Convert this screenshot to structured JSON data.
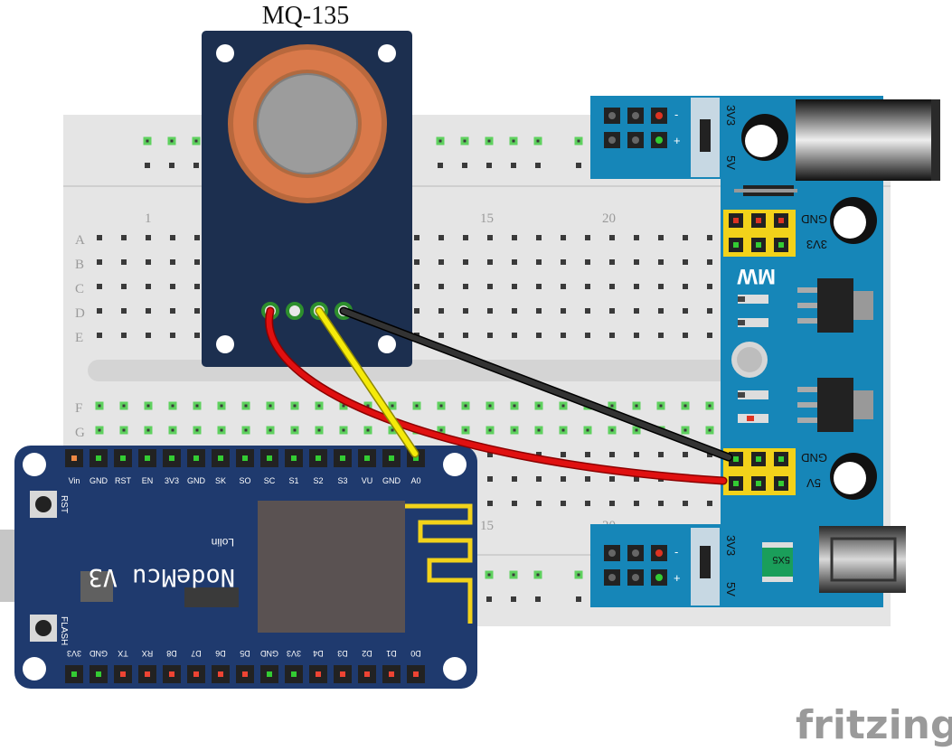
{
  "sensor": {
    "title": "MQ-135"
  },
  "breadboard": {
    "rows_top": [
      "A",
      "B",
      "C",
      "D",
      "E"
    ],
    "rows_bottom": [
      "F",
      "G"
    ],
    "column_numbers": [
      "1",
      "15",
      "20"
    ],
    "bottom_column_numbers": [
      "15",
      "20"
    ]
  },
  "nodemcu": {
    "name": "NodeMcu V3",
    "brand": "Lolin",
    "rst_label": "RST",
    "flash_label": "FLASH",
    "top_pins": [
      "Vin",
      "GND",
      "RST",
      "EN",
      "3V3",
      "GND",
      "SK",
      "SO",
      "SC",
      "S1",
      "S2",
      "S3",
      "VU",
      "GND",
      "A0"
    ],
    "bottom_pins": [
      "3V3",
      "GND",
      "TX",
      "RX",
      "D8",
      "D7",
      "D6",
      "D5",
      "GND",
      "3V3",
      "D4",
      "D3",
      "D2",
      "D1",
      "D0"
    ]
  },
  "power_module": {
    "top_labels": {
      "v33": "3V3",
      "v5": "5V",
      "minus": "-",
      "plus": "+"
    },
    "header_labels": {
      "gnd": "GND",
      "v33": "3V3"
    },
    "bottom_header_labels": {
      "gnd": "GND",
      "v5": "5V"
    },
    "bottom_labels": {
      "v33": "3V3",
      "v5": "5V",
      "minus": "-",
      "plus": "+"
    },
    "chip_label": "5X5",
    "logo": "MW"
  },
  "footer": {
    "logo": "fritzing"
  },
  "colors": {
    "breadboard": "#e6e6e6",
    "sensor_board": "#1c2f4f",
    "sensor_ring": "#d9794a",
    "nodemcu_board": "#1f3a6e",
    "power_board": "#1686b8",
    "wire_red": "#e01010",
    "wire_yellow": "#f5ea0a",
    "wire_black": "#1a1a1a"
  }
}
